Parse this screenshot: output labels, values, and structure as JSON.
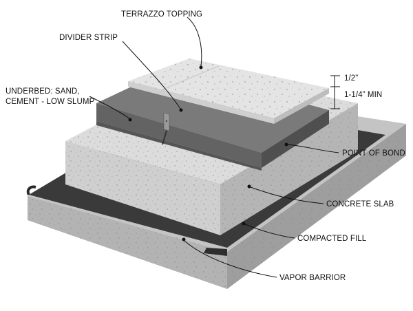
{
  "labels": {
    "terrazzo_topping": "TERRAZZO TOPPING",
    "divider_strip": "DIVIDER STRIP",
    "underbed_line1": "UNDERBED: SAND,",
    "underbed_line2": "CEMENT - LOW SLUMP",
    "dim_top": "1/2”",
    "dim_bottom": "1-1/4” MIN",
    "point_of_bond": "POINT OF BOND",
    "concrete_slab": "CONCRETE SLAB",
    "compacted_fill": "COMPACTED FILL",
    "vapor_barrior": "VAPOR BARRIOR"
  },
  "colors": {
    "terrazzo": "#dcdcdc",
    "underbed": "#6f6f6f",
    "concrete": "#cfcfcf",
    "vapor_barrier": "#3c3c3c",
    "fill": "#b8b8b8"
  }
}
